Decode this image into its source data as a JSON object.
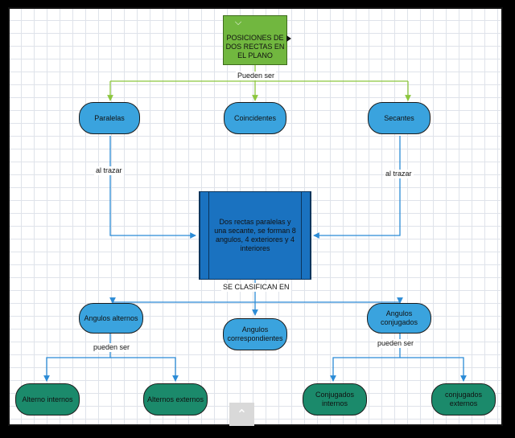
{
  "root": "POSICIONES DE DOS RECTAS EN EL PLANO",
  "root_link": "Pueden ser",
  "level1": {
    "paralelas": "Paralelas",
    "coincidentes": "Coincidentes",
    "secantes": "Secantes"
  },
  "link_al_trazar": "al trazar",
  "center": "Dos rectas paralelas y una secante, se forman 8 angulos, 4 exteriores y 4 interiores",
  "center_link": "SE CLASIFICAN  EN",
  "level2": {
    "alternos": "Angulos alternos",
    "correspondientes": "Angulos correspondientes",
    "conjugados": "Angulos conjugados"
  },
  "link_pueden_ser": "pueden ser",
  "level3": {
    "alterno_internos": "Alterno internos",
    "alternos_externos": "Alternos externos",
    "conjugados_internos": "Conjugados internos",
    "conjugados_externos": "conjugados externos"
  },
  "colors": {
    "root_fill": "#71b73f",
    "root_links": "#8cc63e",
    "blue_node": "#3aa3de",
    "green_node": "#1b8a6b",
    "center_fill": "#1a72c0",
    "blue_links": "#2b8bd6"
  },
  "icons": {
    "collapse": "chevron-down-icon",
    "scroll": "chevron-up-icon"
  }
}
